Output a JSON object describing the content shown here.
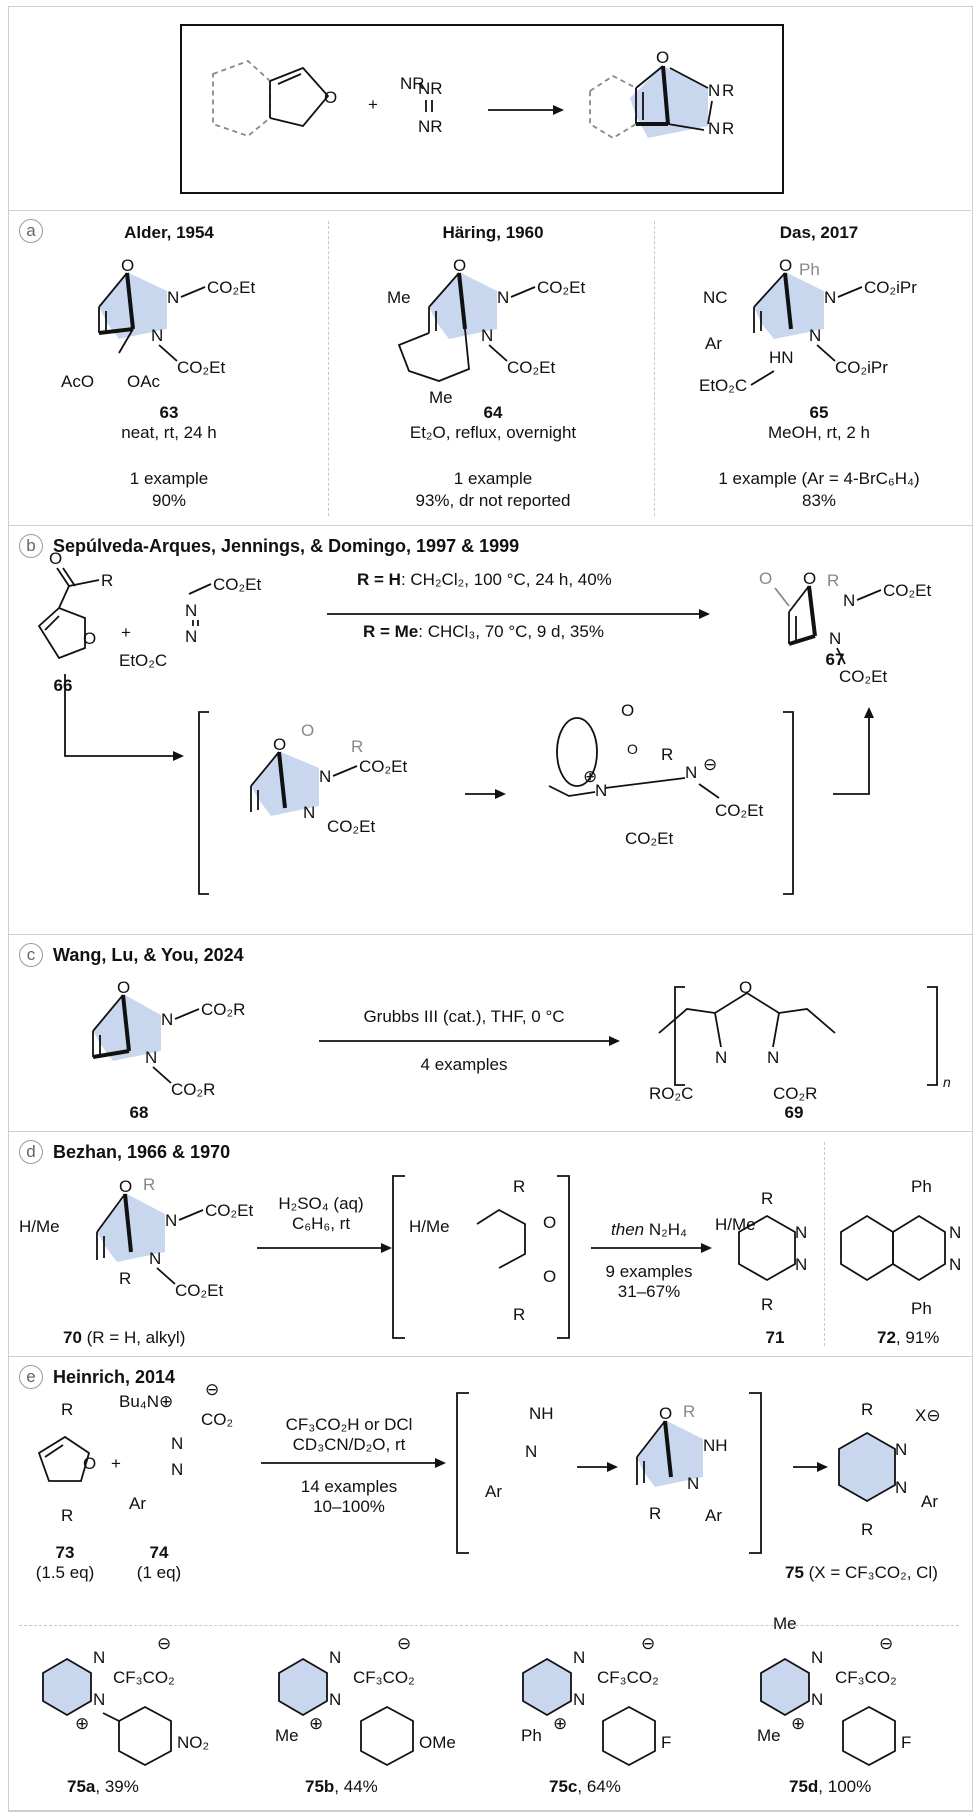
{
  "top": {
    "r1": "NR",
    "r2": "NR",
    "plus": "+"
  },
  "a": {
    "letter": "a",
    "cols": [
      {
        "title": "Alder, 1954",
        "num": "63",
        "cond": "neat, rt, 24 h",
        "ex": "1 example",
        "yield": "90%"
      },
      {
        "title": "Häring, 1960",
        "num": "64",
        "cond": "Et₂O, reflux, overnight",
        "ex": "1 example",
        "yield": "93%, dr not reported"
      },
      {
        "title": "Das, 2017",
        "num": "65",
        "cond": "MeOH, rt, 2 h",
        "ex": "1 example (Ar = 4-BrC₆H₄)",
        "yield": "83%"
      }
    ]
  },
  "b": {
    "letter": "b",
    "title": "Sepúlveda-Arques, Jennings, & Domingo, 1997 & 1999",
    "cond1_label": "R = H",
    "cond1": ": CH₂Cl₂, 100 °C, 24 h, 40%",
    "cond2_label": "R = Me",
    "cond2": ": CHCl₃, 70 °C, 9 d, 35%",
    "sm": "66",
    "prod": "67"
  },
  "c": {
    "letter": "c",
    "title": "Wang, Lu, & You, 2024",
    "cond": "Grubbs III (cat.), THF, 0 °C",
    "ex": "4 examples",
    "sm": "68",
    "prod": "69"
  },
  "d": {
    "letter": "d",
    "title": "Bezhan, 1966 & 1970",
    "cond1": "H₂SO₄ (aq)",
    "cond2": "C₆H₆, rt",
    "then": "then",
    "then_rest": " N₂H₄",
    "ex": "9 examples",
    "range": "31–67%",
    "sm": "70",
    "sm_note": " (R = H, alkyl)",
    "p1": "71",
    "p2": "72",
    "p2_yield": ", 91%"
  },
  "e": {
    "letter": "e",
    "title": "Heinrich, 2014",
    "cond1": "CF₃CO₂H or DCl",
    "cond2": "CD₃CN/D₂O, rt",
    "ex": "14 examples",
    "range": "10–100%",
    "sm1": "73",
    "sm1_eq": "(1.5 eq)",
    "sm2": "74",
    "sm2_eq": "(1 eq)",
    "prod": "75",
    "prod_note": " (X = CF₃CO₂, Cl)",
    "examples": [
      {
        "num": "75a",
        "yield": ", 39%",
        "sub": "NO₂"
      },
      {
        "num": "75b",
        "yield": ", 44%",
        "sub": "OMe"
      },
      {
        "num": "75c",
        "yield": ", 64%",
        "sub": "F"
      },
      {
        "num": "75d",
        "yield": ", 100%",
        "sub": "F"
      }
    ]
  }
}
